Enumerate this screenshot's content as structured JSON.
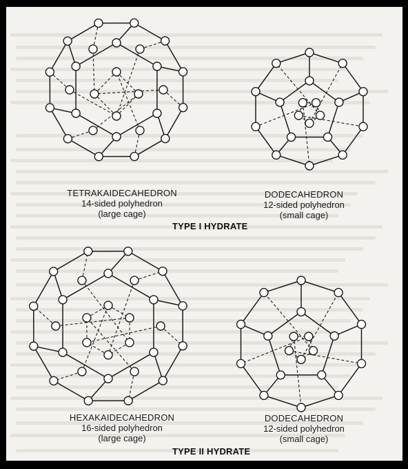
{
  "labels": {
    "t1_large": {
      "name": "TETRAKAIDECAHEDRON",
      "faces": "14-sided polyhedron",
      "cage": "(large cage)"
    },
    "t1_small": {
      "name": "DODECAHEDRON",
      "faces": "12-sided polyhedron",
      "cage": "(small cage)"
    },
    "type1": "TYPE I HYDRATE",
    "t2_large": {
      "name": "HEXAKAIDECAHEDRON",
      "faces": "16-sided polyhedron",
      "cage": "(large cage)"
    },
    "t2_small": {
      "name": "DODECAHEDRON",
      "faces": "12-sided polyhedron",
      "cage": "(small cage)"
    },
    "type2": "TYPE II HYDRATE"
  },
  "colors": {
    "background": "#000000",
    "page": "#f4f2ee",
    "ink": "#1a1a1a",
    "node_fill": "#ffffff"
  }
}
